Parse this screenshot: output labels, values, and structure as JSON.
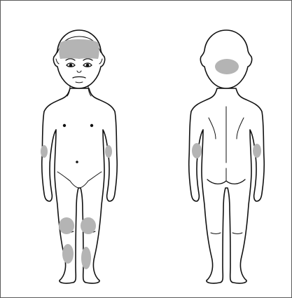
{
  "figure": {
    "views": [
      "front",
      "back"
    ],
    "lesion_fill": "#b4b4b4",
    "line_color": "#111111",
    "border_color": "#5a5a5a",
    "shaded_regions": {
      "front": [
        "forehead",
        "left-forearm",
        "right-forearm",
        "left-knee",
        "right-knee",
        "left-shin",
        "right-shin"
      ],
      "back": [
        "occiput",
        "left-elbow",
        "right-elbow"
      ]
    }
  }
}
